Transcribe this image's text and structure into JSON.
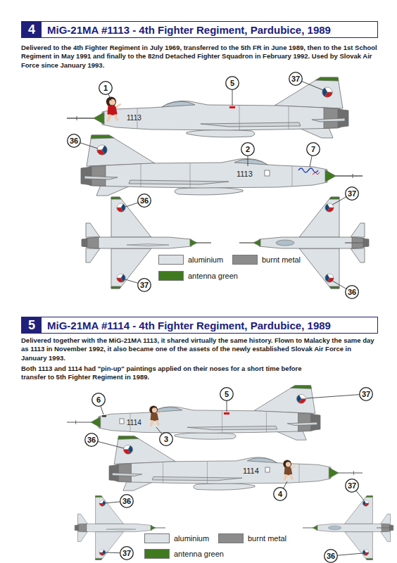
{
  "diagram": {
    "nodes": [
      {
        "text": [
          "4",
          "MiG-21MA #1113 - 4th Fighter Regiment, Pardubice, 1989"
        ]
      },
      {
        "text": [
          "1"
        ]
      },
      {
        "text": [
          "5"
        ]
      },
      {
        "text": [
          "37"
        ]
      },
      {
        "text": [
          "36"
        ]
      },
      {
        "text": [
          "2"
        ]
      },
      {
        "text": [
          "7"
        ]
      },
      {
        "text": [
          "37"
        ]
      },
      {
        "text": [
          "36"
        ]
      },
      {
        "text": [
          "37"
        ]
      },
      {
        "text": [
          "36"
        ]
      },
      {
        "text": [
          "5",
          "MiG-21MA #1114 - 4th Fighter Regiment, Pardubice, 1989"
        ]
      },
      {
        "text": [
          "6"
        ]
      },
      {
        "text": [
          "5"
        ]
      },
      {
        "text": [
          "37"
        ]
      },
      {
        "text": [
          "3"
        ]
      },
      {
        "text": [
          "36"
        ]
      },
      {
        "text": [
          "4"
        ]
      },
      {
        "text": [
          "37"
        ]
      },
      {
        "text": [
          "36"
        ]
      },
      {
        "text": [
          "37"
        ]
      },
      {
        "text": [
          "36"
        ]
      }
    ],
    "labels": [
      "Delivered to the 4th Fighter Regiment in July 1969, transferred to the 5th FR in June 1989, then to the 1st School Regiment in May 1991 and finally to the 82nd Detached Fighter Squadron in February 1992. Used by Slovak Air Force since January 1993.",
      "1113",
      "1113",
      "Delivered together with the MiG-21MA 1113, it shared virtually the same history. Flown to Malacky the same day as 1113 in November 1992, it also became one of the assets of the newly established Slovak Air Force in January 1993.",
      "Both 1113 and 1114 had \"pin-up\" paintings applied on their noses for a short time before transfer to 5th Fighter Regiment in 1989.",
      "1114",
      "1114"
    ],
    "legend": [
      {
        "text": "aluminium",
        "color": "#dde2e6"
      },
      {
        "text": "burnt metal",
        "color": "#8c8c8c"
      },
      {
        "text": "antenna green",
        "color": "#3f7a1f"
      },
      {
        "text": "aluminium",
        "color": "#dde2e6"
      },
      {
        "text": "burnt metal",
        "color": "#8c8c8c"
      },
      {
        "text": "antenna green",
        "color": "#3f7a1f"
      }
    ]
  }
}
